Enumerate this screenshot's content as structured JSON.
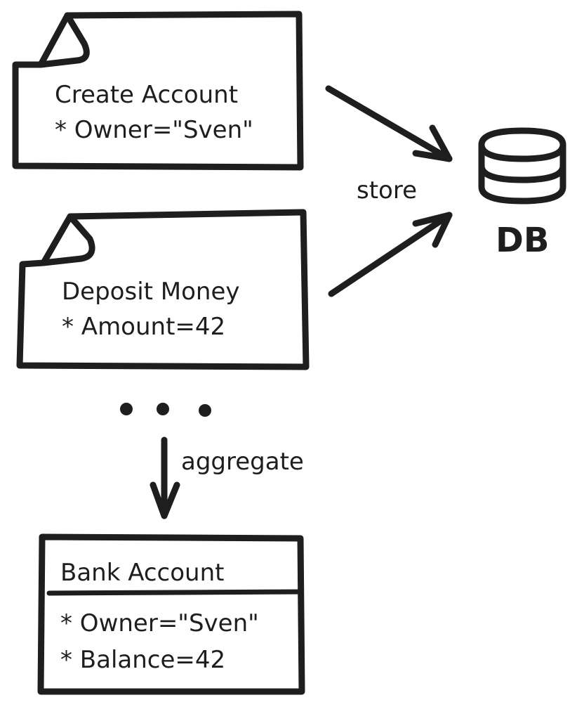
{
  "events": [
    {
      "title": "Create Account",
      "line": "* Owner=\"Sven\""
    },
    {
      "title": "Deposit Money",
      "line": "* Amount=42"
    }
  ],
  "store_label": "store",
  "db_label": "DB",
  "aggregate_label": "aggregate",
  "entity": {
    "title": "Bank Account",
    "lines": [
      "* Owner=\"Sven\"",
      "* Balance=42"
    ]
  }
}
